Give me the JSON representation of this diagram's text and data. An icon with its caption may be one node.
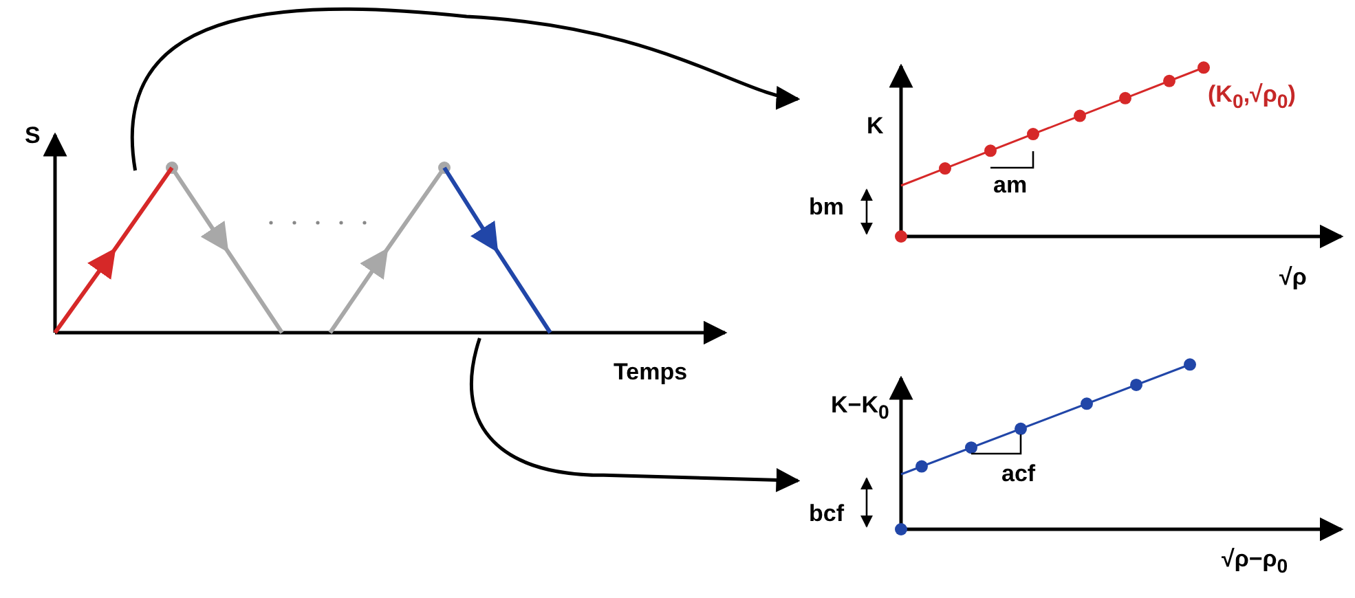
{
  "diagram": {
    "nodes": [
      {
        "text": [
          "S",
          "Temps"
        ]
      },
      {
        "text": [],
        "shape": "line",
        "in": 0
      },
      {
        "text": [],
        "shape": "line",
        "in": 0
      },
      {
        "text": [
          "K",
          "(K$_{0}$,√ρ$_{0}$)",
          "bm",
          "am",
          "√ρ"
        ]
      },
      {
        "text": [
          "K−K$_{0}$",
          "bcf",
          "acf",
          "√ρ−ρ$_{0}$"
        ]
      }
    ],
    "edges": [
      {
        "from": 1,
        "to": 3,
        "arrow": "to"
      },
      {
        "from": 2,
        "to": 4,
        "arrow": "to"
      }
    ]
  }
}
